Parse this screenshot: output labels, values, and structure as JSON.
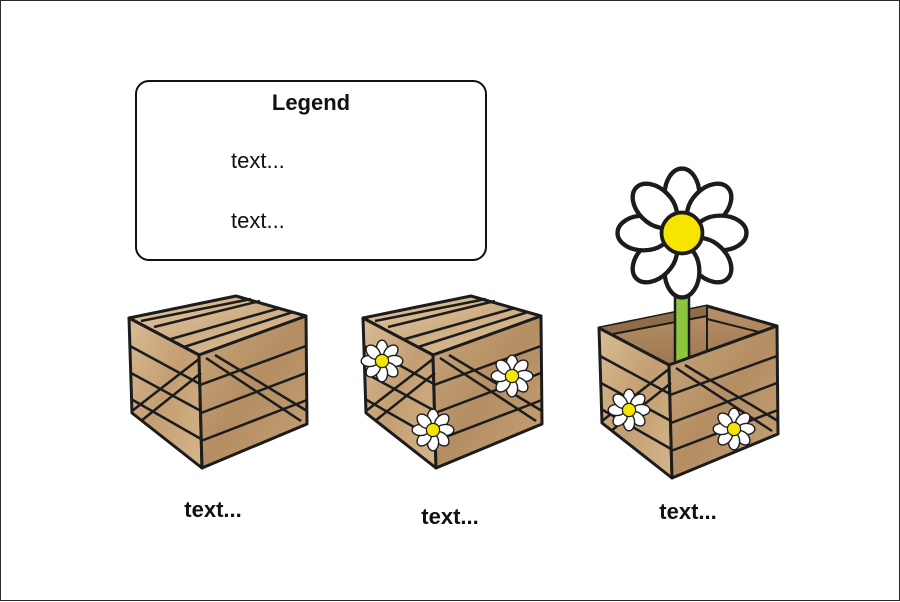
{
  "legend": {
    "title": "Legend",
    "items": [
      {
        "icon": "crate-icon",
        "label": "text..."
      },
      {
        "icon": "daisy-icon",
        "label": "text..."
      }
    ]
  },
  "crates": [
    {
      "caption": "text...",
      "state": "closed"
    },
    {
      "caption": "text...",
      "state": "closed-with-flowers"
    },
    {
      "caption": "text...",
      "state": "open-with-growing-flower"
    }
  ],
  "colors": {
    "wood_light": "#d8bd98",
    "wood_mid": "#c7a47a",
    "wood_dark": "#a98558",
    "outline": "#1c1c1c",
    "petal": "#ffffff",
    "flower_center": "#f7e400",
    "stem": "#8cc63f"
  }
}
